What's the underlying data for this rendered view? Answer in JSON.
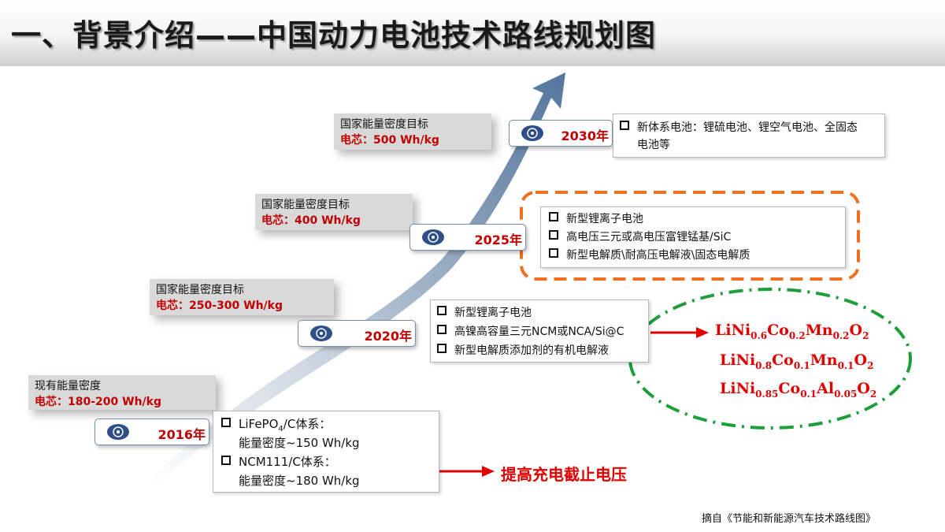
{
  "title": "一、背景介绍——中国动力电池技术路线规划图",
  "milestones": [
    {
      "year": "2016年",
      "target_title": "现有能量密度",
      "target_value": "电芯：180-200 Wh/kg"
    },
    {
      "year": "2020年",
      "target_title": "国家能量密度目标",
      "target_value": "电芯：250-300 Wh/kg"
    },
    {
      "year": "2025年",
      "target_title": "国家能量密度目标",
      "target_value": "电芯：400 Wh/kg"
    },
    {
      "year": "2030年",
      "target_title": "国家能量密度目标",
      "target_value": "电芯：500 Wh/kg"
    }
  ],
  "tech_2016": {
    "line1_prefix": "LiFePO",
    "line1_sub": "4",
    "line1_suffix": "/C体系：",
    "line2": "能量密度~150 Wh/kg",
    "line3": "NCM111/C体系：",
    "line4": "能量密度~180 Wh/kg"
  },
  "tech_2020": [
    "新型锂离子电池",
    "高镍高容量三元NCM或NCA/Si@C",
    "新型电解质添加剂的有机电解液"
  ],
  "tech_2025": [
    "新型锂离子电池",
    "高电压三元或高电压富锂锰基/SiC",
    "新型电解质\\耐高压电解液\\固态电解质"
  ],
  "tech_2030": {
    "line1": "新体系电池：锂硫电池、锂空气电池、全固态",
    "line2": "电池等"
  },
  "formulas": {
    "f1": {
      "a": "LiNi",
      "a_sub": "0.6",
      "b": "Co",
      "b_sub": "0.2",
      "c": "Mn",
      "c_sub": "0.2",
      "d": "O",
      "d_sub": "2"
    },
    "f2": {
      "a": "LiNi",
      "a_sub": "0.8",
      "b": "Co",
      "b_sub": "0.1",
      "c": "Mn",
      "c_sub": "0.1",
      "d": "O",
      "d_sub": "2"
    },
    "f3": {
      "a": "LiNi",
      "a_sub": "0.85",
      "b": "Co",
      "b_sub": "0.1",
      "c": "Al",
      "c_sub": "0.05",
      "d": "O",
      "d_sub": "2"
    }
  },
  "voltage_label": "提高充电截止电压",
  "source": "摘自《节能和新能源汽车技术路线图》",
  "colors": {
    "accent_red": "#e00000",
    "orange_dash": "#f07020",
    "green_dashdot": "#1e9e3a",
    "arrow_blue": "#4a6f9a"
  }
}
